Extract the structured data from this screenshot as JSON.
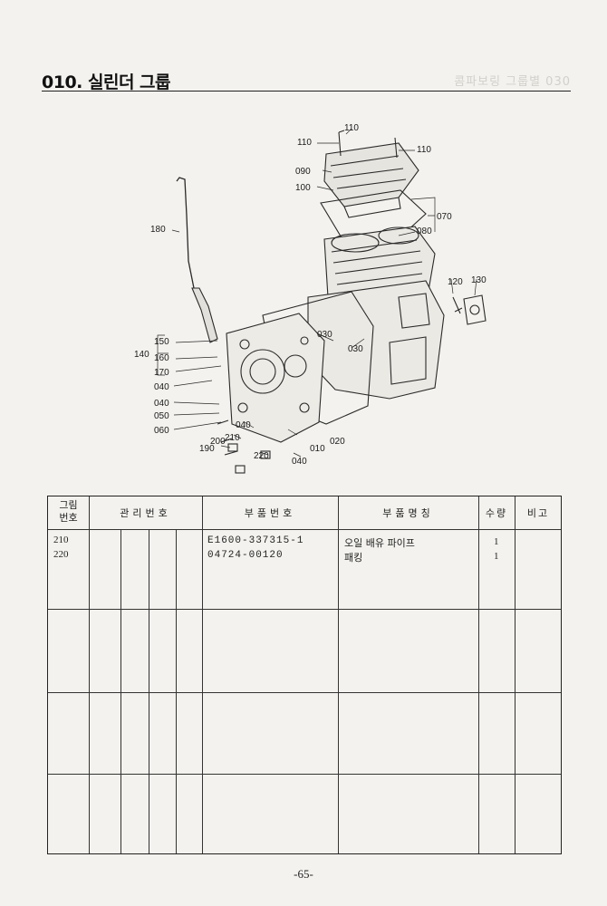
{
  "header": {
    "title": "010. 실린더 그룹",
    "faint_title": "콤파보링 그룹별 030"
  },
  "diagram": {
    "callouts": [
      "110",
      "110",
      "110",
      "090",
      "100",
      "070",
      "080",
      "180",
      "120",
      "130",
      "030",
      "030",
      "150",
      "140",
      "160",
      "170",
      "040",
      "040",
      "050",
      "060",
      "040",
      "210",
      "200",
      "190",
      "220",
      "040",
      "010",
      "020"
    ]
  },
  "table": {
    "headers": {
      "fig_no": "그림\n번호",
      "mgmt_no": "관리번호",
      "part_no": "부품번호",
      "part_name": "부품명칭",
      "qty": "수량",
      "remark": "비고"
    },
    "rows": [
      {
        "fig": "210",
        "part_no": "E1600-337315-1",
        "name": "오일 배유 파이프",
        "qty": "1"
      },
      {
        "fig": "220",
        "part_no": "04724-00120",
        "name": "패킹",
        "qty": "1"
      }
    ]
  },
  "footer": {
    "page": "-65-"
  }
}
